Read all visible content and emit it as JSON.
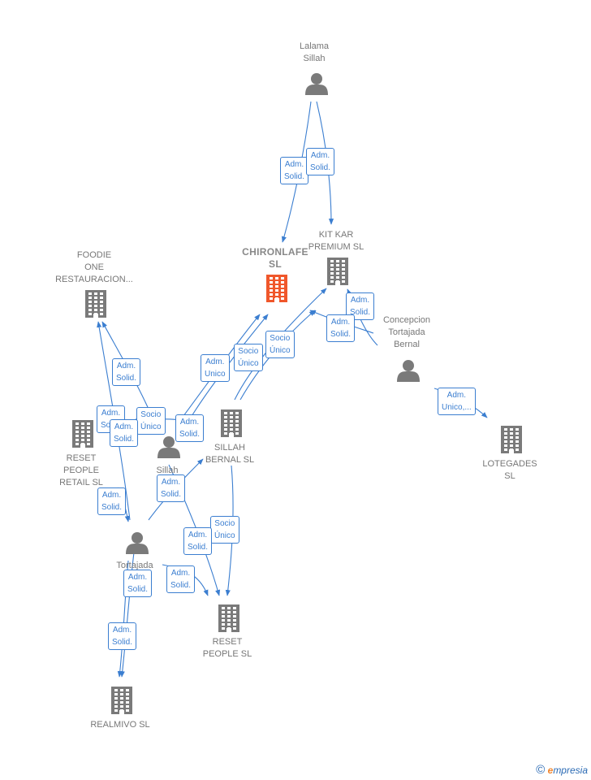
{
  "colors": {
    "edge": "#3b7ed0",
    "node": "#7a7a7a",
    "main_node": "#f0572b"
  },
  "nodes": [
    {
      "id": "lalama_sillah",
      "kind": "person",
      "label": "Lalama\nSillah"
    },
    {
      "id": "chironlafe",
      "kind": "company_main",
      "label": "CHIRONLAFE\nSL"
    },
    {
      "id": "kit_kar",
      "kind": "company",
      "label": "KIT KAR\nPREMIUM  SL"
    },
    {
      "id": "foodie",
      "kind": "company",
      "label": "FOODIE\nONE\nRESTAURACION..."
    },
    {
      "id": "concepcion",
      "kind": "person",
      "label": "Concepcion\nTortajada\nBernal"
    },
    {
      "id": "reset_retail",
      "kind": "company",
      "label": "RESET\nPEOPLE\nRETAIL  SL"
    },
    {
      "id": "sillah_la",
      "kind": "person",
      "label": "Sillah\nLa..."
    },
    {
      "id": "sillah_bernal",
      "kind": "company",
      "label": "SILLAH\nBERNAL  SL"
    },
    {
      "id": "lotegades",
      "kind": "company",
      "label": "LOTEGADES\nSL"
    },
    {
      "id": "tortajada",
      "kind": "person",
      "label": "Tortajada\nB...\nCo...n"
    },
    {
      "id": "reset_people",
      "kind": "company",
      "label": "RESET\nPEOPLE  SL"
    },
    {
      "id": "realmivo",
      "kind": "company",
      "label": "REALMIVO  SL"
    }
  ],
  "relations": [
    "Adm.\nSolid.",
    "Adm.\nSolid.",
    "Adm.\nSolid.",
    "Adm.\nSolid.",
    "Adm.\nSolid.",
    "Adm.\nUnico,...",
    "Socio\nÚnico",
    "Adm.\nUnico",
    "Socio\nÚnico",
    "Adm.\nSolid.",
    "Adm.\nSolid.",
    "Socio\nÚnico",
    "Adm.\nSolid.",
    "Adm.\nSolid.",
    "Adm.\nSolid.",
    "Adm.\nSolid.",
    "Socio\nÚnico",
    "Adm.\nSolid.",
    "Adm.\nSolid.",
    "Adm.\nSolid.",
    "Adm.\nSolid."
  ],
  "brand": {
    "copyright": "©",
    "first_letter": "e",
    "rest": "mpresia"
  }
}
